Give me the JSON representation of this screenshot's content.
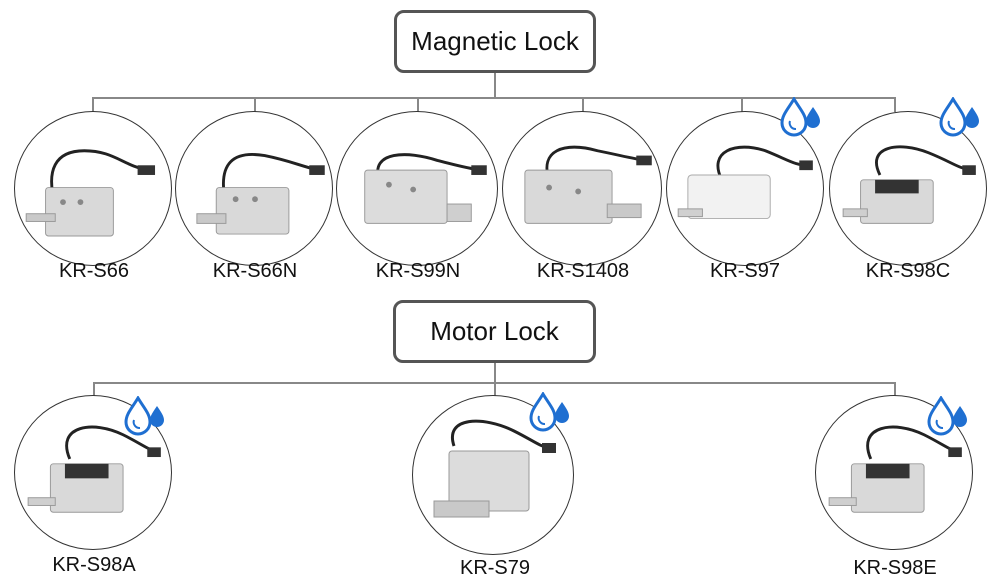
{
  "categories": {
    "magnetic": {
      "title": "Magnetic Lock"
    },
    "motor": {
      "title": "Motor Lock"
    }
  },
  "magnetic_products": [
    {
      "label": "KR-S66",
      "waterproof": false
    },
    {
      "label": "KR-S66N",
      "waterproof": false
    },
    {
      "label": "KR-S99N",
      "waterproof": false
    },
    {
      "label": "KR-S1408",
      "waterproof": false
    },
    {
      "label": "KR-S97",
      "waterproof": true
    },
    {
      "label": "KR-S98C",
      "waterproof": true
    }
  ],
  "motor_products": [
    {
      "label": "KR-S98A",
      "waterproof": true
    },
    {
      "label": "KR-S79",
      "waterproof": true
    },
    {
      "label": "KR-S98E",
      "waterproof": true
    }
  ],
  "colors": {
    "border": "#555555",
    "line": "#888888",
    "waterproof_icon": "#1f6fd1",
    "lock_body": "#d9d9d9",
    "cable": "#222222"
  },
  "icons": {
    "waterproof": "water-drop-icon"
  }
}
